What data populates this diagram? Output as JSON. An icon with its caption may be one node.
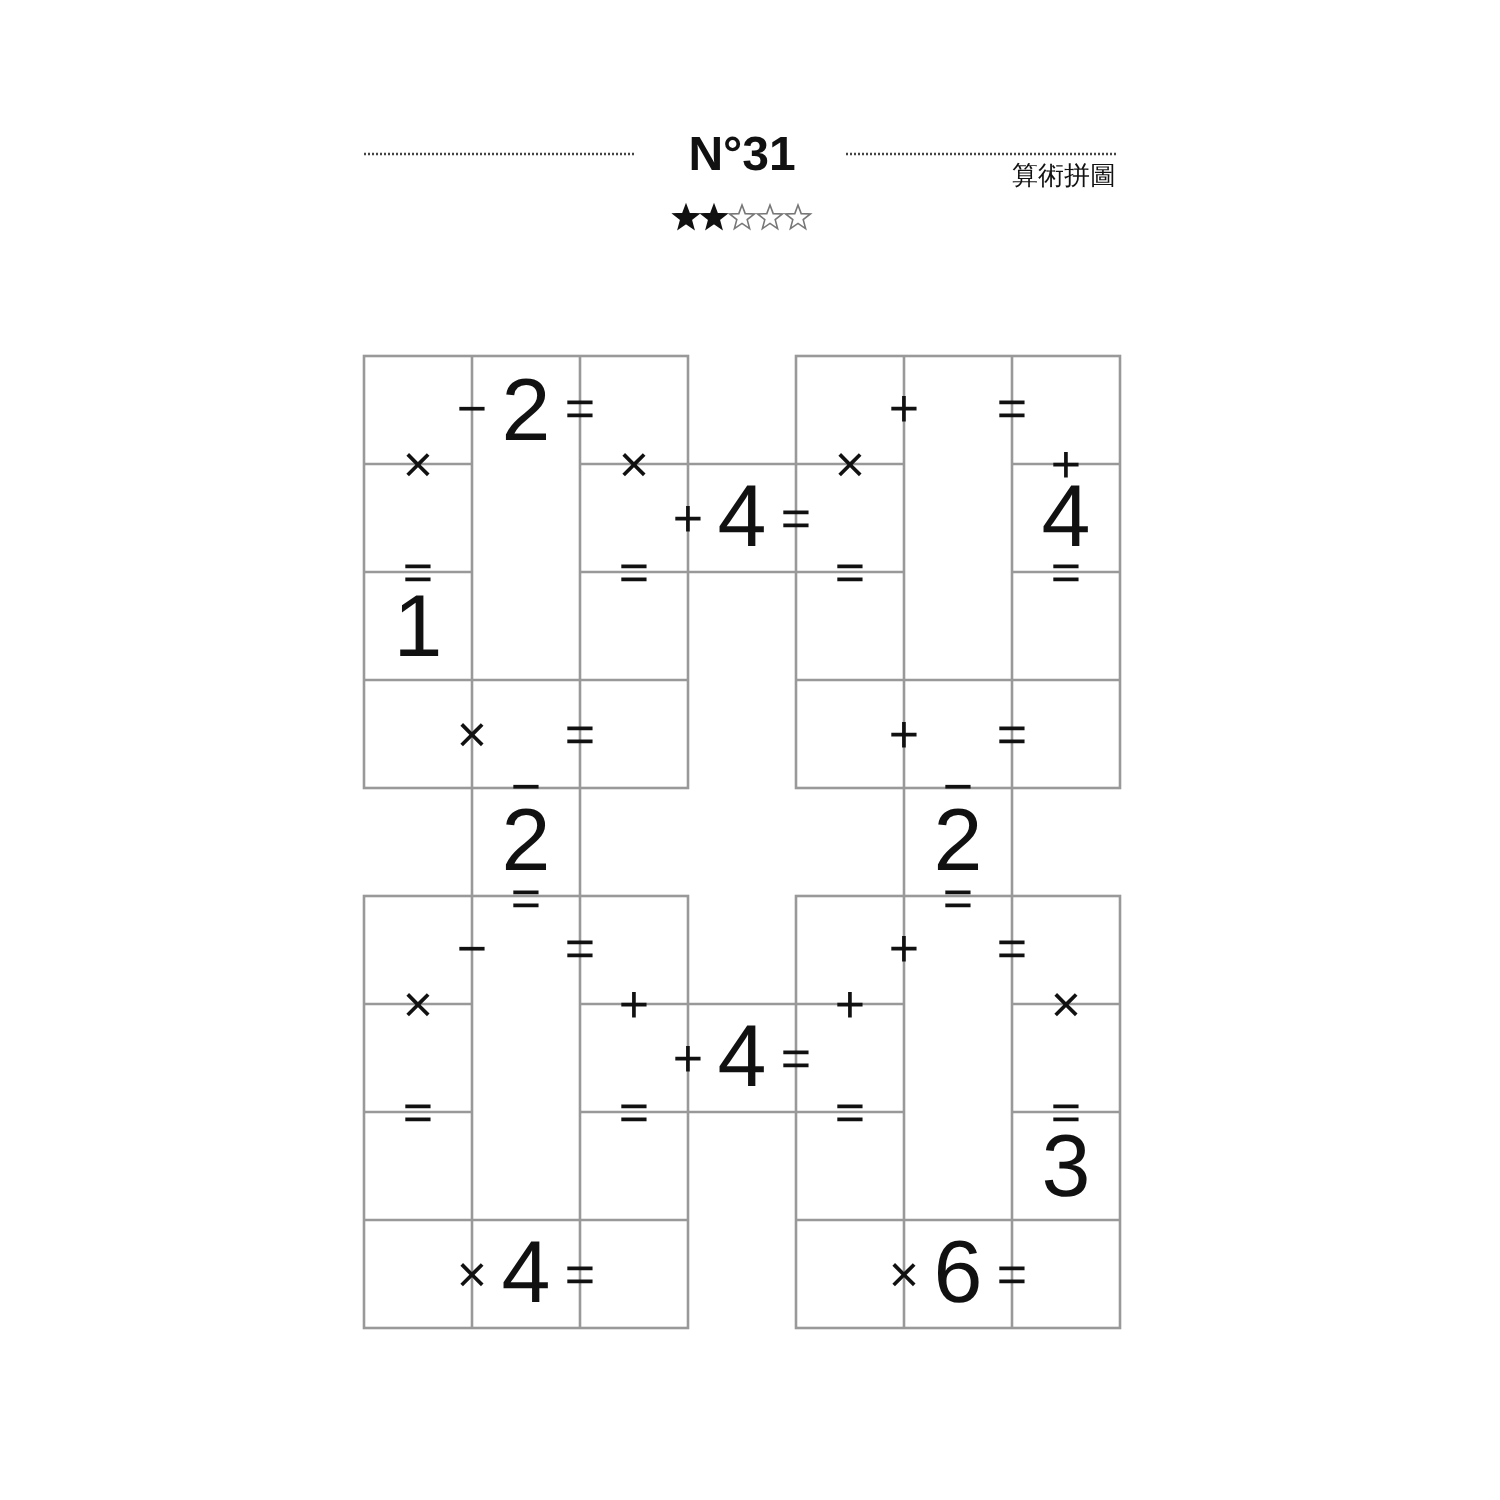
{
  "diagram": {
    "title": "N°31",
    "labels": [
      "算術拼圖",
      "−",
      "2",
      "=",
      "+",
      "=",
      "×",
      "×",
      "×",
      "+",
      "+",
      "4",
      "=",
      "4",
      "=",
      "=",
      "=",
      "=",
      "1",
      "×",
      "=",
      "+",
      "=",
      "−",
      "2",
      "=",
      "−",
      "2",
      "=",
      "−",
      "=",
      "+",
      "=",
      "×",
      "+",
      "+",
      "×",
      "+",
      "4",
      "=",
      "=",
      "=",
      "=",
      "=",
      "3",
      "×",
      "4",
      "=",
      "×",
      "6",
      "="
    ]
  }
}
